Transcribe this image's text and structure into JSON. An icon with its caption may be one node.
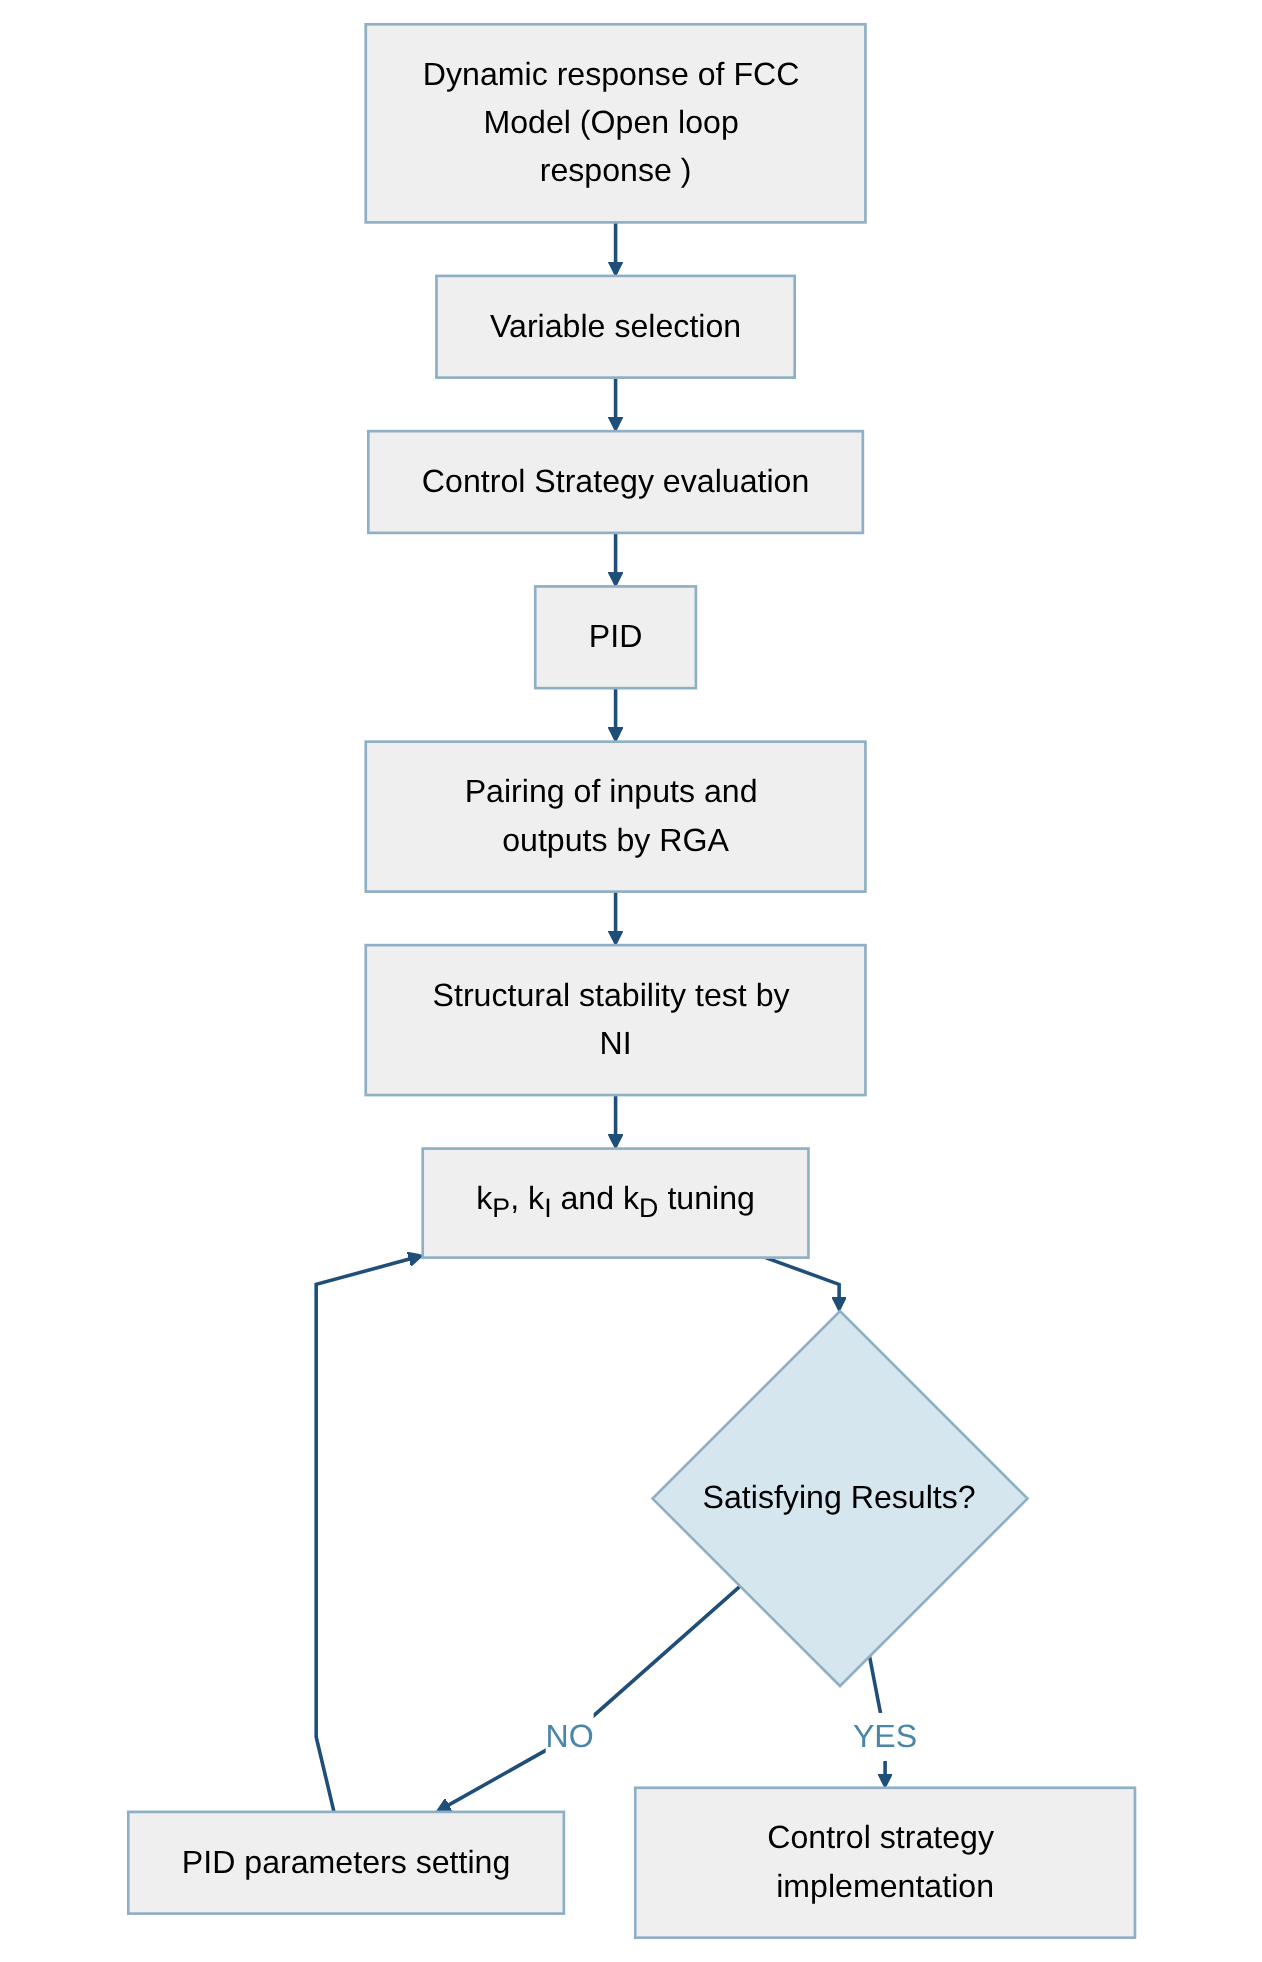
{
  "diagram": {
    "nodes": [
      {
        "text": [
          "Dynamic response of FCC Model (Open loop response )"
        ]
      },
      {
        "text": [
          "Variable selection"
        ]
      },
      {
        "text": [
          "Control Strategy evaluation"
        ]
      },
      {
        "text": [
          "PID"
        ]
      },
      {
        "text": [
          "Pairing of inputs and outputs by RGA"
        ]
      },
      {
        "text": [
          "Structural stability test by NI"
        ]
      },
      {
        "text": [
          "k$_{P}$, k$_{I}$ and k$_{D}$ tuning"
        ]
      },
      {
        "text": [
          "PID parameters setting"
        ]
      },
      {
        "text": [
          "Satisfying Results?"
        ]
      },
      {
        "text": [
          "Control strategy implementation"
        ]
      }
    ],
    "edges": [
      {
        "from": 0,
        "to": 1,
        "arrow": "to"
      },
      {
        "from": 1,
        "to": 2,
        "arrow": "to"
      },
      {
        "from": 2,
        "to": 3,
        "arrow": "to"
      },
      {
        "from": 3,
        "to": 4,
        "arrow": "to"
      },
      {
        "from": 4,
        "to": 5,
        "arrow": "to"
      },
      {
        "from": 5,
        "to": 6,
        "arrow": "to"
      },
      {
        "from": 6,
        "to": 8,
        "arrow": "to"
      },
      {
        "from": 8,
        "to": 7,
        "arrow": "to",
        "label": "NO"
      },
      {
        "from": 7,
        "to": 6,
        "arrow": "to"
      },
      {
        "from": 8,
        "to": 9,
        "arrow": "to",
        "label": "YES"
      }
    ]
  }
}
